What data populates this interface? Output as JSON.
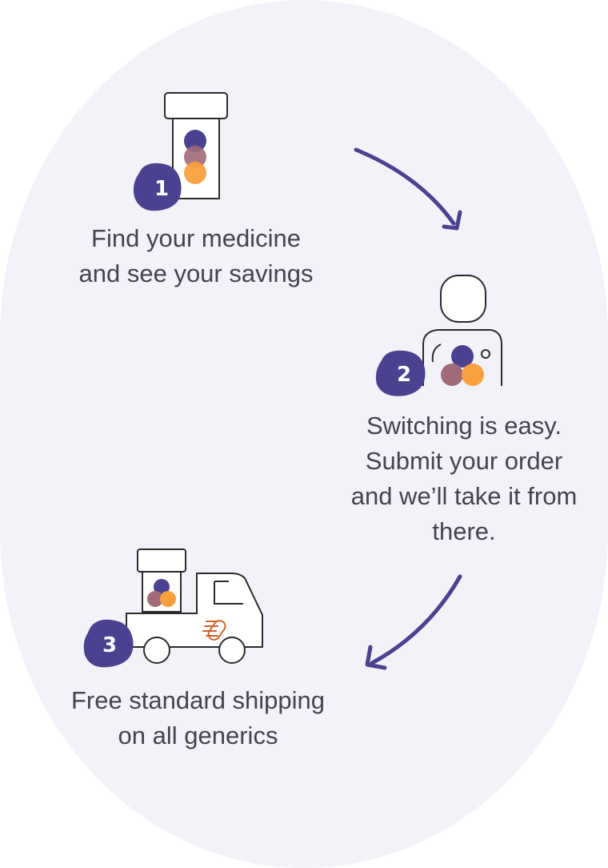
{
  "steps": [
    {
      "number": "1",
      "lines": [
        "Find your medicine",
        "and see your savings"
      ]
    },
    {
      "number": "2",
      "lines": [
        "Switching is easy.",
        "Submit your order",
        "and we’ll take it from",
        "there."
      ]
    },
    {
      "number": "3",
      "lines": [
        "Free standard shipping",
        "on all generics"
      ]
    }
  ],
  "colors": {
    "background": "#f3f2f8",
    "accent_purple": "#4a4290",
    "mauve": "#a06a78",
    "orange": "#f9a03e",
    "rust": "#d5602a",
    "text": "#45434f"
  },
  "icons": [
    "pill-bottle-icon",
    "doctor-icon",
    "delivery-truck-icon",
    "arrow-icon"
  ]
}
